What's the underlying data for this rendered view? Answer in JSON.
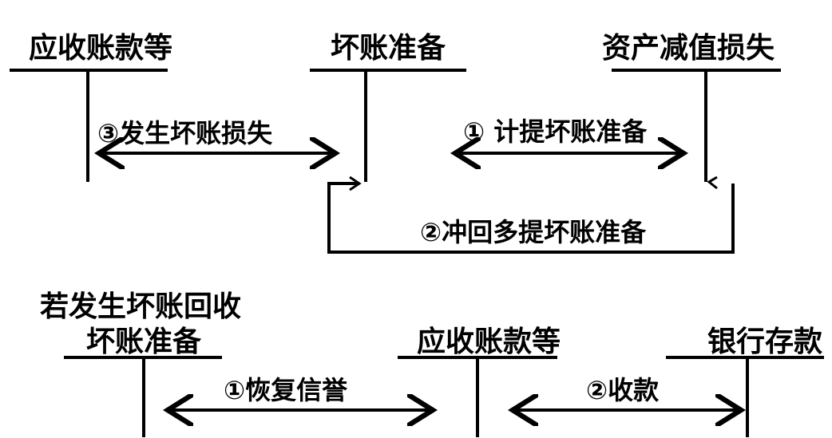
{
  "top": {
    "accounts": {
      "receivables": "应收账款等",
      "allowance": "坏账准备",
      "impairment_loss": "资产减值损失"
    },
    "flows": {
      "flow3": "③发生坏账损失",
      "flow1": "① 计提坏账准备",
      "flow2": "②冲回多提坏账准备"
    }
  },
  "bottom": {
    "heading": "若发生坏账回收",
    "accounts": {
      "allowance": "坏账准备",
      "receivables": "应收账款等",
      "bank": "银行存款"
    },
    "flows": {
      "flow1": "①恢复信誉",
      "flow2": "②收款"
    }
  }
}
